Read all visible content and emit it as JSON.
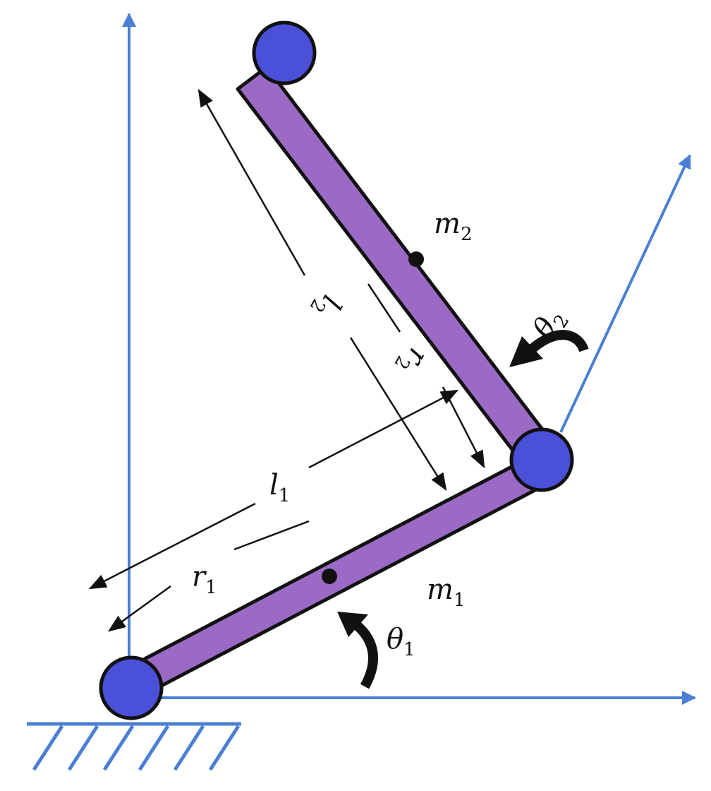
{
  "labels": {
    "m2": {
      "base": "m",
      "sub": "2"
    },
    "m1": {
      "base": "m",
      "sub": "1"
    },
    "theta2": {
      "base": "θ",
      "sub": "2"
    },
    "theta1": {
      "base": "θ",
      "sub": "1"
    },
    "l1": {
      "base": "l",
      "sub": "1"
    },
    "r1": {
      "base": "r",
      "sub": "1"
    },
    "l2": {
      "base": "l",
      "sub": "2"
    },
    "r2": {
      "base": "r",
      "sub": "2"
    }
  },
  "colors": {
    "axis": "#4a7fd4",
    "link_fill": "#9b6ac4",
    "joint_fill": "#4a50d8",
    "outline": "#111111"
  }
}
